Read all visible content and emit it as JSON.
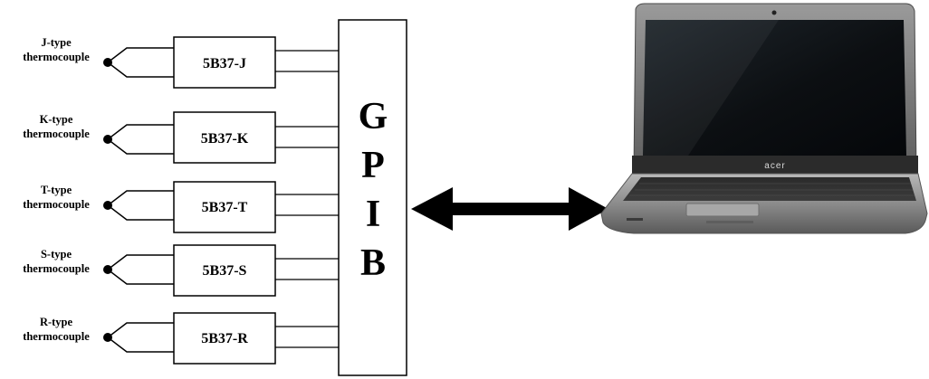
{
  "channels": [
    {
      "sensor_line1": "J-type",
      "sensor_line2": "thermocouple",
      "module": "5B37-J"
    },
    {
      "sensor_line1": "K-type",
      "sensor_line2": "thermocouple",
      "module": "5B37-K"
    },
    {
      "sensor_line1": "T-type",
      "sensor_line2": "thermocouple",
      "module": "5B37-T"
    },
    {
      "sensor_line1": "S-type",
      "sensor_line2": "thermocouple",
      "module": "5B37-S"
    },
    {
      "sensor_line1": "R-type",
      "sensor_line2": "thermocouple",
      "module": "5B37-R"
    }
  ],
  "gpib": {
    "letters": [
      "G",
      "P",
      "I",
      "B"
    ]
  },
  "laptop": {
    "brand": "acer"
  },
  "colors": {
    "line": "#000000",
    "screen": "#101418",
    "laptop_body": "#8a8a8a"
  }
}
